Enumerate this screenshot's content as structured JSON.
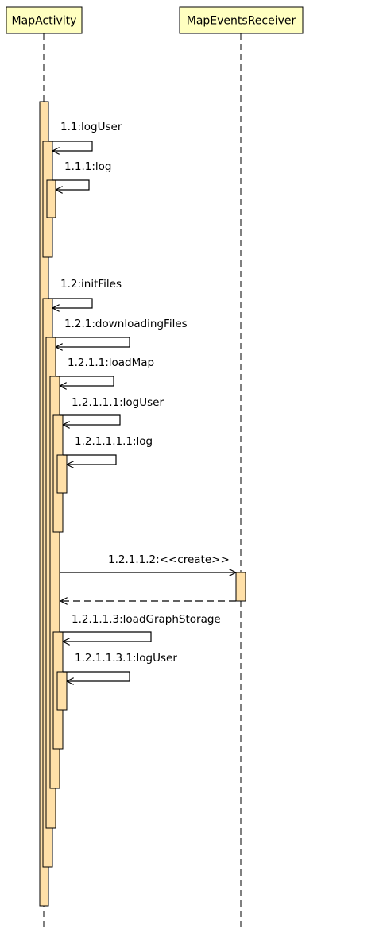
{
  "participants": [
    {
      "name": "MapActivity"
    },
    {
      "name": "MapEventsReceiver"
    }
  ],
  "messages": [
    {
      "label": "1.1:logUser"
    },
    {
      "label": "1.1.1:log"
    },
    {
      "label": "1.2:initFiles"
    },
    {
      "label": "1.2.1:downloadingFiles"
    },
    {
      "label": "1.2.1.1:loadMap"
    },
    {
      "label": "1.2.1.1.1:logUser"
    },
    {
      "label": "1.2.1.1.1.1:log"
    },
    {
      "label": "1.2.1.1.2:<<create>>"
    },
    {
      "label": "1.2.1.1.3:loadGraphStorage"
    },
    {
      "label": "1.2.1.1.3.1:logUser"
    }
  ],
  "colors": {
    "participant_fill": "#ffffc0",
    "activation_fill": "#ffe0a8",
    "line": "#000000"
  }
}
